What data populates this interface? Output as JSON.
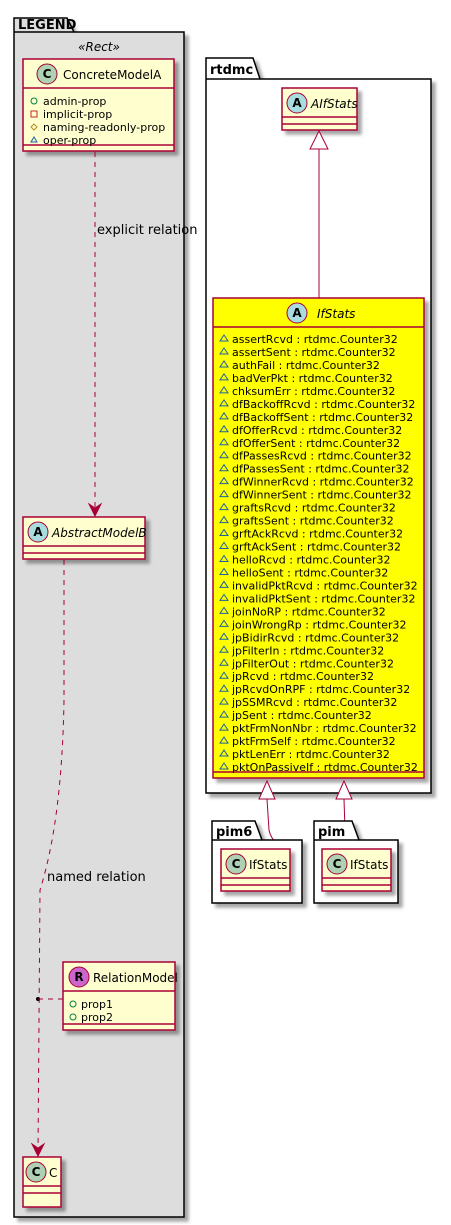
{
  "colors": {
    "class_fill": "#FEFECE",
    "class_border": "#A80036",
    "highlight_fill": "#FFFF00",
    "legend_fill": "#DDDDDD",
    "circle_C": "#ADD1B2",
    "circle_A": "#A9DCDF",
    "circle_R": "#CC66CC",
    "arrow": "#A80036"
  },
  "legend": {
    "title": "LEGEND",
    "stereotype": "«Rect»",
    "concrete": {
      "circle": "C",
      "name": "ConcreteModelA",
      "attrs": [
        "admin-prop",
        "implicit-prop",
        "naming-readonly-prop",
        "oper-prop"
      ]
    },
    "explicit_label": "explicit relation",
    "abstract": {
      "circle": "A",
      "name": "AbstractModelB"
    },
    "named_label": "named relation",
    "relation": {
      "circle": "R",
      "name": "RelationModel",
      "attrs": [
        "prop1",
        "prop2"
      ]
    },
    "target": {
      "circle": "C",
      "name": "C"
    }
  },
  "rtdmc": {
    "title": "rtdmc",
    "base": {
      "circle": "A",
      "name": "AIfStats"
    },
    "ifstats": {
      "circle": "A",
      "name": "IfStats",
      "attrs": [
        "assertRcvd : rtdmc.Counter32",
        "assertSent : rtdmc.Counter32",
        "authFail : rtdmc.Counter32",
        "badVerPkt : rtdmc.Counter32",
        "chksumErr : rtdmc.Counter32",
        "dfBackoffRcvd : rtdmc.Counter32",
        "dfBackoffSent : rtdmc.Counter32",
        "dfOfferRcvd : rtdmc.Counter32",
        "dfOfferSent : rtdmc.Counter32",
        "dfPassesRcvd : rtdmc.Counter32",
        "dfPassesSent : rtdmc.Counter32",
        "dfWinnerRcvd : rtdmc.Counter32",
        "dfWinnerSent : rtdmc.Counter32",
        "graftsRcvd : rtdmc.Counter32",
        "graftsSent : rtdmc.Counter32",
        "grftAckRcvd : rtdmc.Counter32",
        "grftAckSent : rtdmc.Counter32",
        "helloRcvd : rtdmc.Counter32",
        "helloSent : rtdmc.Counter32",
        "invalidPktRcvd : rtdmc.Counter32",
        "invalidPktSent : rtdmc.Counter32",
        "joinNoRP : rtdmc.Counter32",
        "joinWrongRp : rtdmc.Counter32",
        "jpBidirRcvd : rtdmc.Counter32",
        "jpFilterIn : rtdmc.Counter32",
        "jpFilterOut : rtdmc.Counter32",
        "jpRcvd : rtdmc.Counter32",
        "jpRcvdOnRPF : rtdmc.Counter32",
        "jpSSMRcvd : rtdmc.Counter32",
        "jpSent : rtdmc.Counter32",
        "pktFrmNonNbr : rtdmc.Counter32",
        "pktFrmSelf : rtdmc.Counter32",
        "pktLenErr : rtdmc.Counter32",
        "pktOnPassiveIf : rtdmc.Counter32"
      ]
    }
  },
  "pim6": {
    "title": "pim6",
    "cls": {
      "circle": "C",
      "name": "IfStats"
    }
  },
  "pim": {
    "title": "pim",
    "cls": {
      "circle": "C",
      "name": "IfStats"
    }
  }
}
